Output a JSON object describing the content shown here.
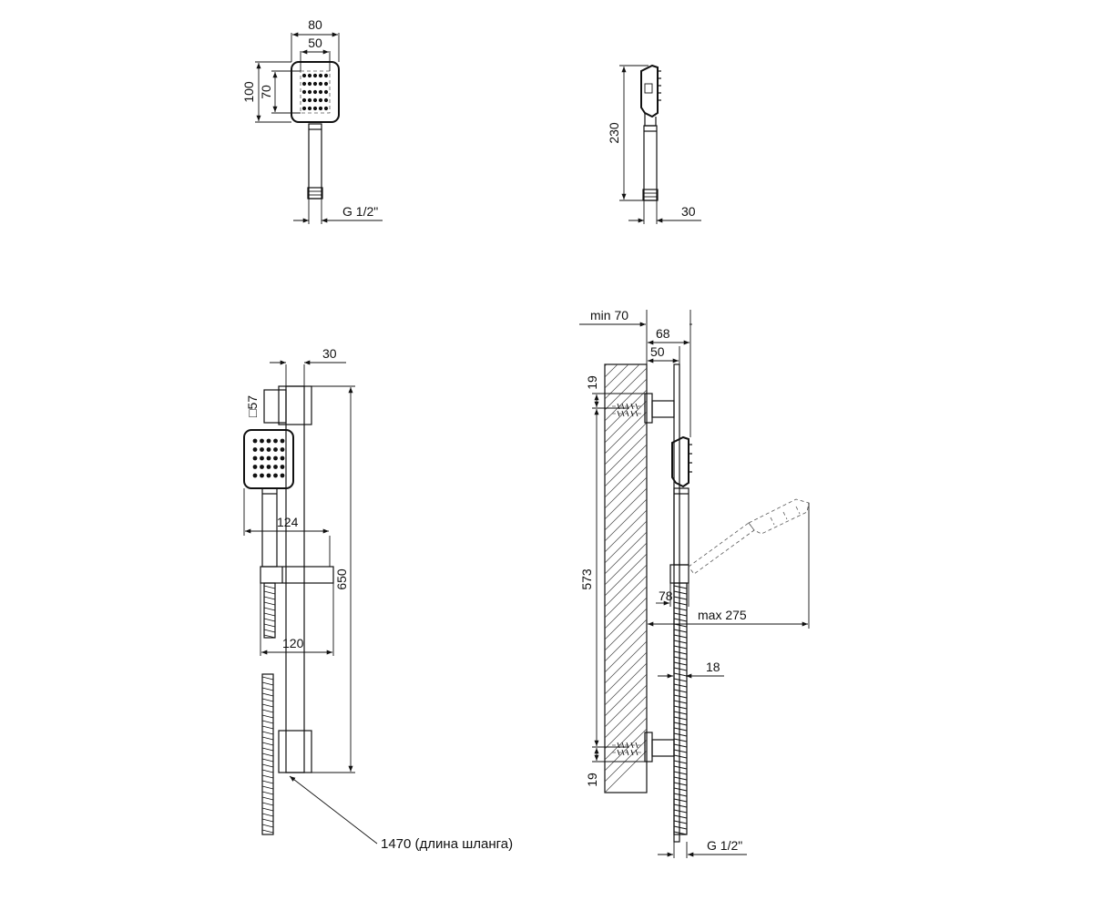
{
  "dimensions": {
    "front_head_width": "80",
    "front_head_inner_width": "50",
    "front_head_height": "100",
    "front_head_inner_height": "70",
    "front_thread": "G 1/2\"",
    "side_length": "230",
    "side_depth": "30",
    "bar_depth": "30",
    "holder_square": "□57",
    "holder_reach": "124",
    "bar_height": "650",
    "slider_width": "120",
    "hose_length": "1470 (длина шланга)",
    "wall_min_distance": "min 70",
    "wall_offset_68": "68",
    "wall_offset_50": "50",
    "bracket_top": "19",
    "bracket_bottom": "19",
    "mount_spacing": "573",
    "tilt_offset": "78",
    "max_reach": "max 275",
    "hose_diameter": "18",
    "side_thread": "G 1/2\""
  }
}
